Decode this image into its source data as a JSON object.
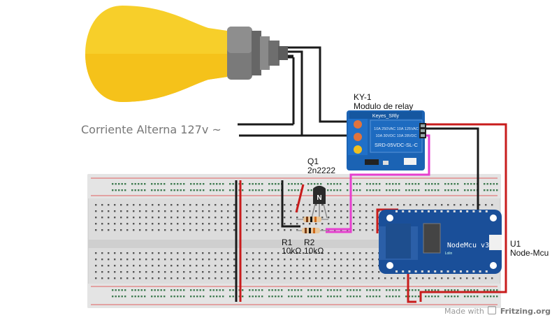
{
  "labels": {
    "ac_text": "Corriente Alterna 127v ~",
    "relay_ref": "KY-1",
    "relay_name": "Modulo de relay",
    "q1_ref": "Q1",
    "q1_part": "2n2222",
    "r1_ref": "R1",
    "r1_value": "10kΩ",
    "r2_ref": "R2",
    "r2_value": "10kΩ",
    "u1_ref": "U1",
    "u1_name": "Node-Mcu"
  },
  "relay_module": {
    "brand": "Keyes_SRly",
    "line1": "10A 250VAC  10A 125VAC",
    "line2": "10A  30VDC  10A  28VDC",
    "model": "SRD-05VDC-SL-C"
  },
  "nodemcu": {
    "title": "NodeMcu v3",
    "subtitle": "Lolin"
  },
  "transistor_mark": "N",
  "credit": {
    "prefix": "Made with",
    "brand": "Fritzing.org"
  },
  "colors": {
    "bulb": "#f7cf2a",
    "bulb_lower": "#f5c21a",
    "relay_blue": "#1b63b4",
    "nodemcu_blue": "#1a4f99",
    "wire_black": "#1a1a1a",
    "wire_red": "#c81c1c",
    "wire_pink": "#e63fcf",
    "wire_green": "#2e9e5c"
  }
}
